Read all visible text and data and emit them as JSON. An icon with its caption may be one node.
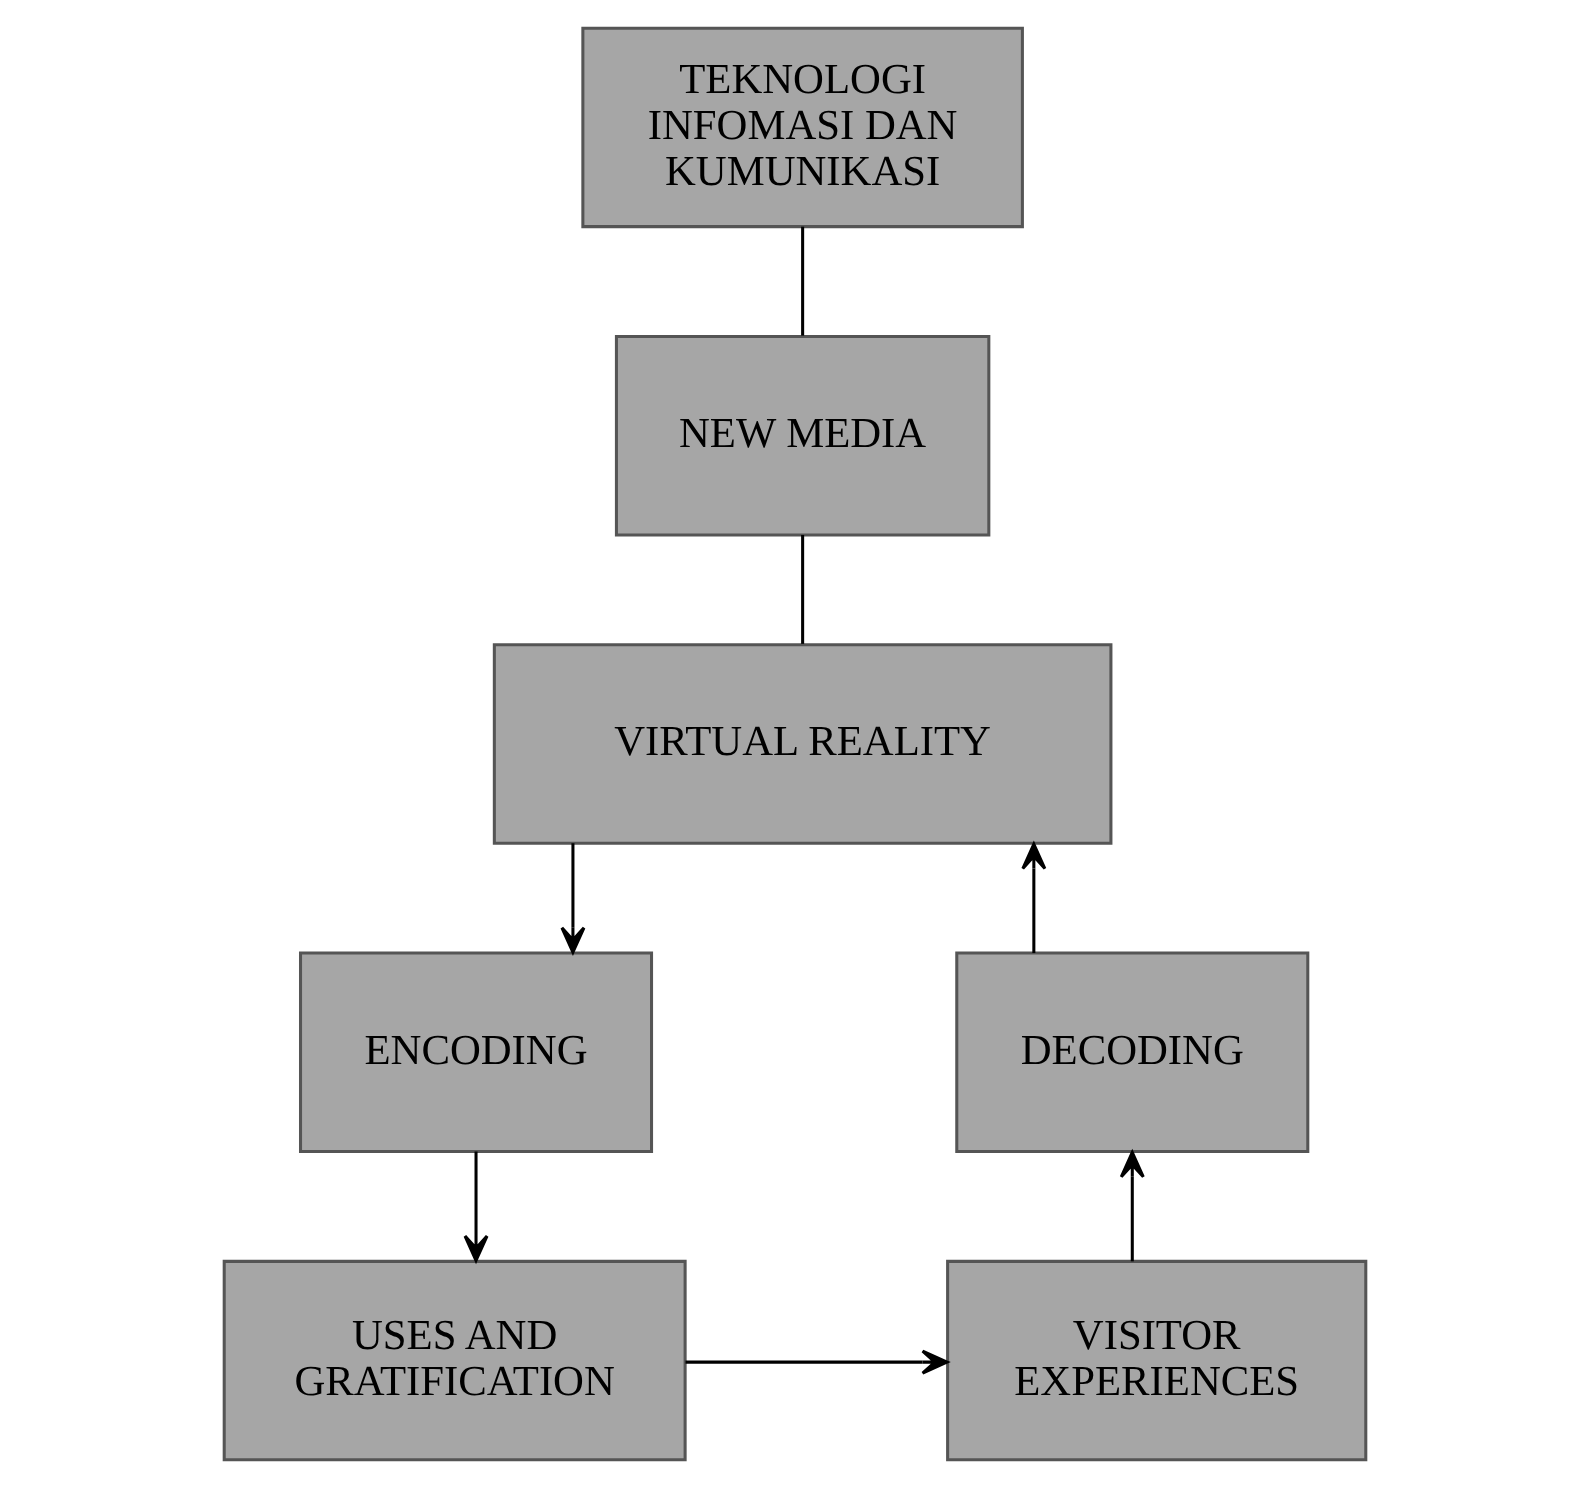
{
  "diagram": {
    "nodes": [
      {
        "text": [
          "TEKNOLOGI INFOMASI DAN KUMUNIKASI"
        ]
      },
      {
        "text": [
          "NEW MEDIA"
        ]
      },
      {
        "text": [
          "VIRTUAL REALITY"
        ]
      },
      {
        "text": [
          "ENCODING"
        ]
      },
      {
        "text": [
          "USES AND GRATIFICATION"
        ]
      },
      {
        "text": [
          "VISITOR EXPERIENCES"
        ]
      },
      {
        "text": [
          "DECODING"
        ]
      }
    ],
    "edges": [
      {
        "from": 0,
        "to": 1,
        "arrow": "none"
      },
      {
        "from": 1,
        "to": 2,
        "arrow": "none"
      },
      {
        "from": 2,
        "to": 3,
        "arrow": "to"
      },
      {
        "from": 3,
        "to": 4,
        "arrow": "to"
      },
      {
        "from": 4,
        "to": 5,
        "arrow": "to"
      },
      {
        "from": 5,
        "to": 6,
        "arrow": "to"
      },
      {
        "from": 6,
        "to": 2,
        "arrow": "to"
      }
    ]
  }
}
